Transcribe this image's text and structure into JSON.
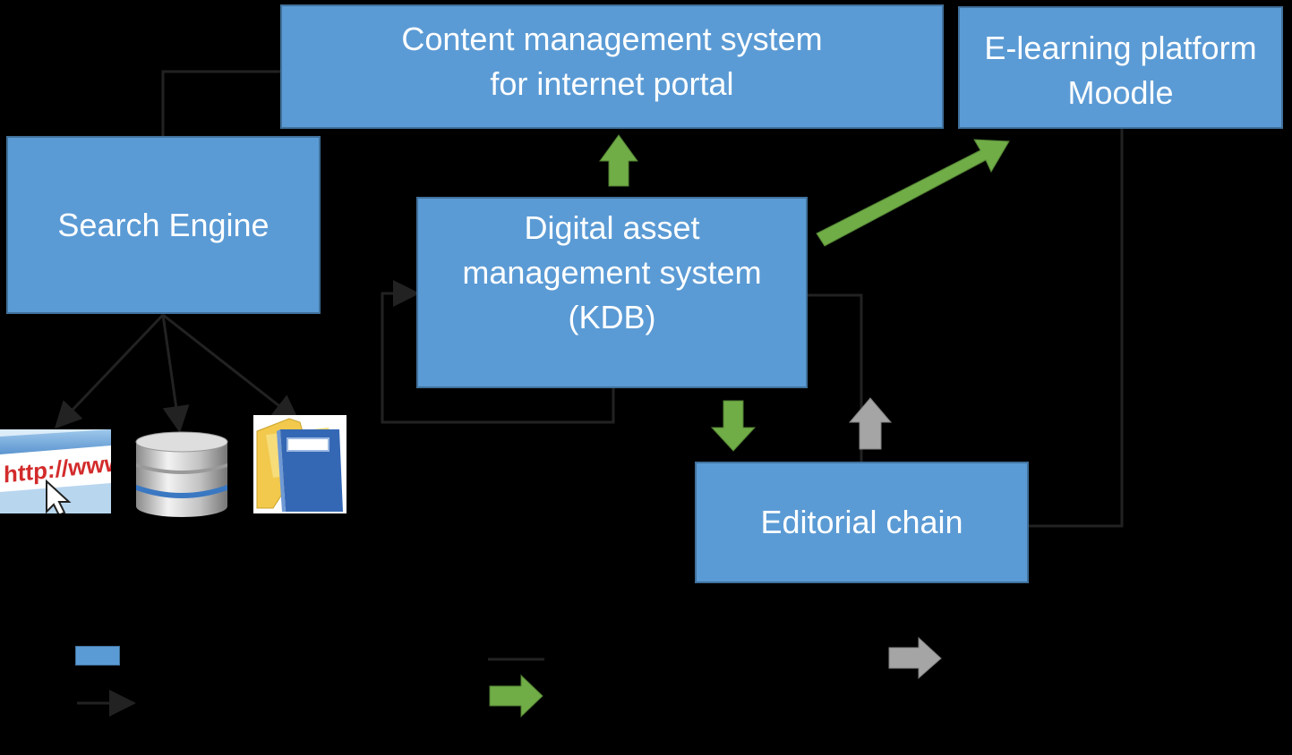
{
  "nodes": {
    "cms": "Content management system\nfor internet portal",
    "elearning": "E-learning platform\nMoodle",
    "search": "Search Engine",
    "dams": "Digital asset\nmanagement system\n(KDB)",
    "editorial": "Editorial chain"
  },
  "icons": [
    "web-browser-icon",
    "database-icon",
    "folder-icon"
  ],
  "colors": {
    "background": "#000000",
    "box_fill": "#5b9bd5",
    "box_border": "#41719c",
    "box_text": "#ffffff",
    "green_arrow": "#70ad47",
    "gray_arrow": "#a5a5a5",
    "connector": "#222222"
  }
}
